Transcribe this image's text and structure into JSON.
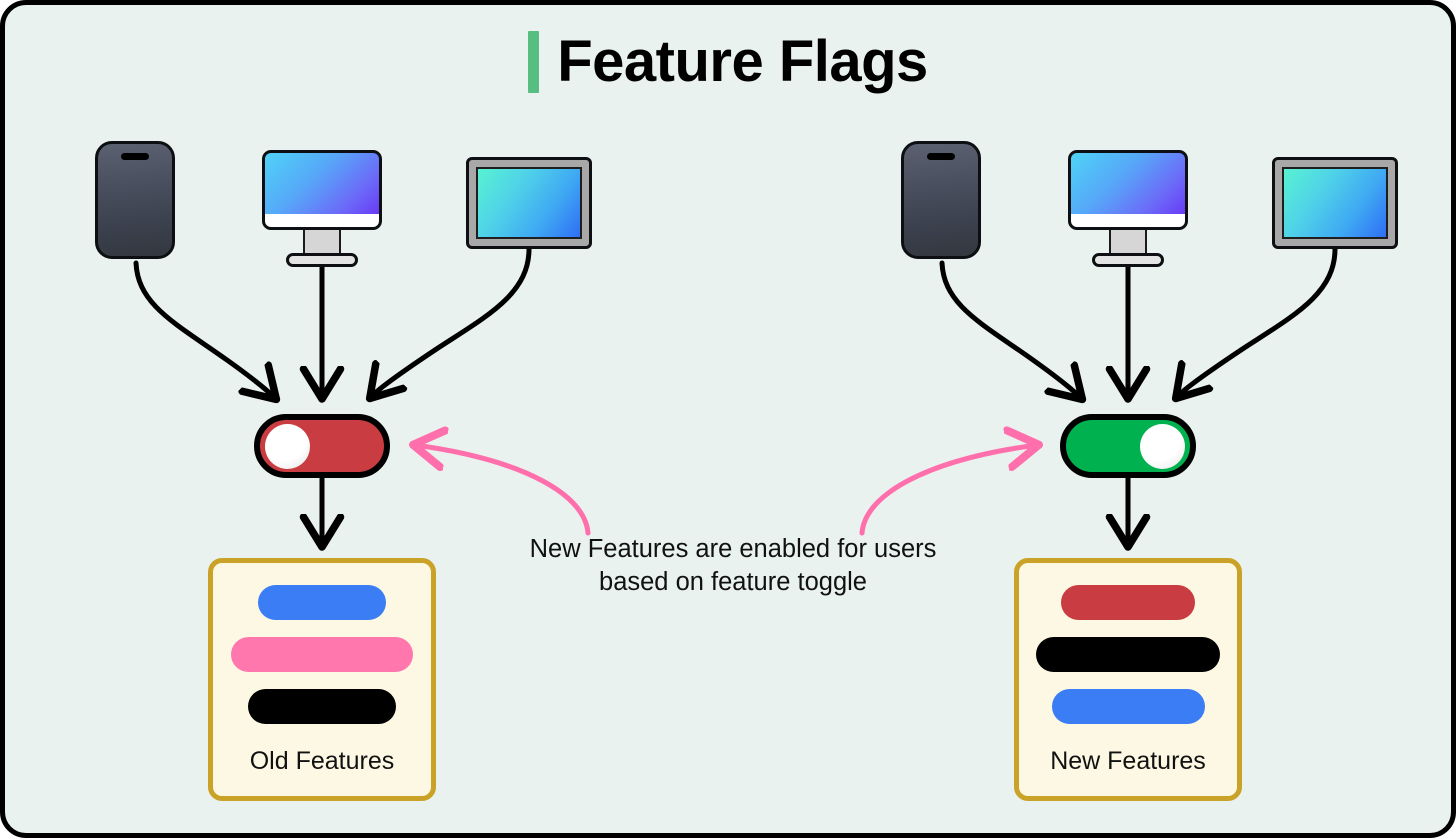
{
  "page": {
    "title": "Feature Flags",
    "accent_color": "#57bd80",
    "background_color": "#e9f2ee",
    "frame_color": "#000000"
  },
  "caption": {
    "line1": "New Features are enabled for users",
    "line2": "based on feature toggle"
  },
  "groups": [
    {
      "id": "left",
      "devices": [
        {
          "type": "phone",
          "name": "phone-device"
        },
        {
          "type": "monitor",
          "name": "desktop-monitor-device"
        },
        {
          "type": "tv",
          "name": "tv-display-device"
        }
      ],
      "toggle": {
        "state": "off",
        "label": "feature-toggle-off",
        "color": "#c93c42",
        "knob_position": "left"
      },
      "card": {
        "label": "Old Features",
        "border_color": "#c9a227",
        "background_color": "#fdf8e3",
        "bars": [
          {
            "color": "#3b7df5",
            "width": 128
          },
          {
            "color": "#ff77ad",
            "width": 182
          },
          {
            "color": "#000000",
            "width": 148
          }
        ]
      }
    },
    {
      "id": "right",
      "devices": [
        {
          "type": "phone",
          "name": "phone-device"
        },
        {
          "type": "monitor",
          "name": "desktop-monitor-device"
        },
        {
          "type": "tv",
          "name": "tv-display-device"
        }
      ],
      "toggle": {
        "state": "on",
        "label": "feature-toggle-on",
        "color": "#00b14f",
        "knob_position": "right"
      },
      "card": {
        "label": "New Features",
        "border_color": "#c9a227",
        "background_color": "#fdf8e3",
        "bars": [
          {
            "color": "#c93c42",
            "width": 134
          },
          {
            "color": "#000000",
            "width": 184
          },
          {
            "color": "#3b7df5",
            "width": 153
          }
        ]
      }
    }
  ],
  "arrows": {
    "device_connector_color": "#000000",
    "toggle_highlight_color": "#ff6fab"
  }
}
